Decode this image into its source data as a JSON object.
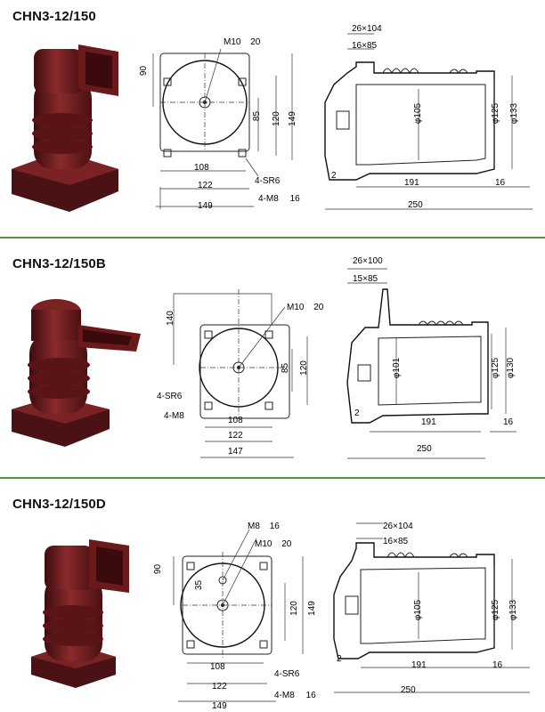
{
  "sections": [
    {
      "title": "CHN3-12/150",
      "front": {
        "m10": "M10",
        "m10_len": "20",
        "w90": "90",
        "h85": "85",
        "h120": "120",
        "h149": "149",
        "w108": "108",
        "w122": "122",
        "w149": "149",
        "sr": "4-SR6",
        "m8": "4-M8",
        "m8_len": "16"
      },
      "side": {
        "d1": "26×104",
        "d2": "16×85",
        "phi1": "φ105",
        "phi2": "φ125",
        "phi3": "φ133",
        "l2": "2",
        "l191": "191",
        "l16": "16",
        "l250": "250"
      }
    },
    {
      "title": "CHN3-12/150B",
      "front": {
        "m10": "M10",
        "m10_len": "20",
        "w140": "140",
        "h85": "85",
        "h120": "120",
        "w108": "108",
        "w122": "122",
        "w147": "147",
        "sr": "4-SR6",
        "m8": "4-M8"
      },
      "side": {
        "d1": "26×100",
        "d2": "15×85",
        "phi1": "φ101",
        "phi2": "φ125",
        "phi3": "φ130",
        "l2": "2",
        "l191": "191",
        "l16": "16",
        "l250": "250"
      }
    },
    {
      "title": "CHN3-12/150D",
      "front": {
        "m8top": "M8",
        "m8top_len": "16",
        "m10": "M10",
        "m10_len": "20",
        "w90": "90",
        "r35": "35",
        "h120": "120",
        "h149": "149",
        "w108": "108",
        "w122": "122",
        "w149": "149",
        "sr": "4-SR6",
        "m8": "4-M8",
        "m8_len": "16"
      },
      "side": {
        "d1": "26×104",
        "d2": "16×85",
        "phi1": "φ105",
        "phi2": "φ125",
        "phi3": "φ133",
        "l2": "2",
        "l191": "191",
        "l16": "16",
        "l250": "250"
      }
    }
  ],
  "colors": {
    "product": "#6b1a1c",
    "divider": "#4a9a3a"
  }
}
